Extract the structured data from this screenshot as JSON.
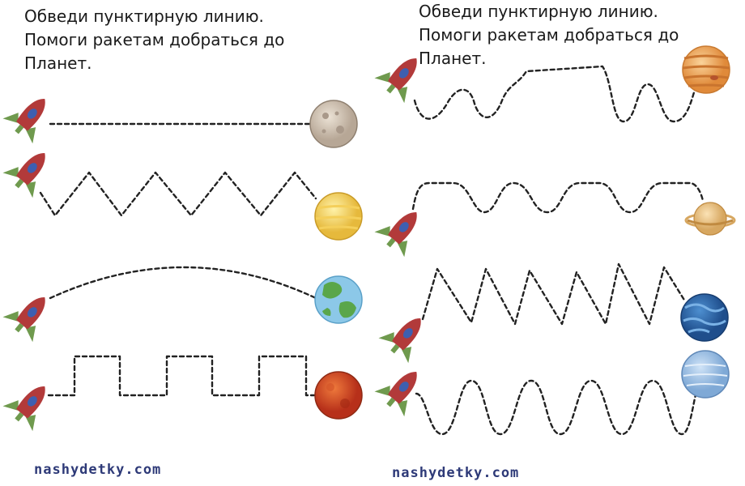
{
  "worksheets": [
    {
      "instruction": "Обведи пунктирную линию.\nПомоги ракетам добраться до\nПланет.",
      "credit": "nashydetky.com"
    },
    {
      "instruction": "Обведи пунктирную линию.\nПомоги ракетам добраться до\nПланет.",
      "credit": "nashydetky.com"
    }
  ],
  "colors": {
    "rocket_body": "#b23a3a",
    "rocket_window": "#3e5fb0",
    "rocket_fin": "#6f9a4e",
    "dashed_line": "#222222",
    "credit_text": "#2e3a78"
  },
  "planets": {
    "left": [
      "moon",
      "venus",
      "earth",
      "mars"
    ],
    "right": [
      "jupiter",
      "saturn",
      "neptune",
      "uranus"
    ]
  }
}
